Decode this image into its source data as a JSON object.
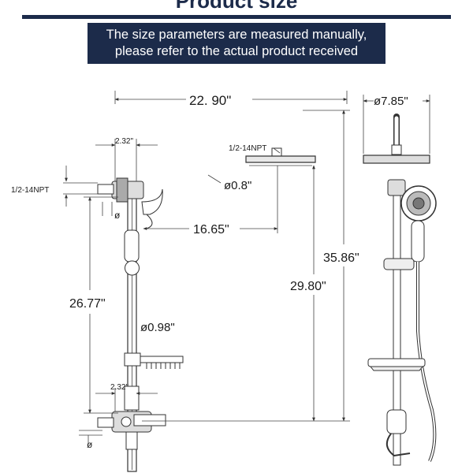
{
  "header": {
    "title": "Product size",
    "note_line1": "The size parameters are measured manually,",
    "note_line2": "please refer to the actual product received"
  },
  "dimensions": {
    "arm_reach": "22. 90\"",
    "head_diameter": "ø7.85\"",
    "top_offset": "2.32\"",
    "head_thread": "1/2-14NPT",
    "side_thread": "1/2-14NPT",
    "arm_tube_diameter": "ø0.8\"",
    "arm_projection": "16.65\"",
    "total_height": "35.86\"",
    "outlet_height": "29.80\"",
    "bar_height": "26.77\"",
    "bar_diameter": "ø0.98\"",
    "bottom_offset": "2.32\"",
    "small_diameter_top": "ø",
    "small_diameter_bottom": "ø"
  },
  "colors": {
    "banner": "#1c2b4a",
    "line": "#333333"
  }
}
